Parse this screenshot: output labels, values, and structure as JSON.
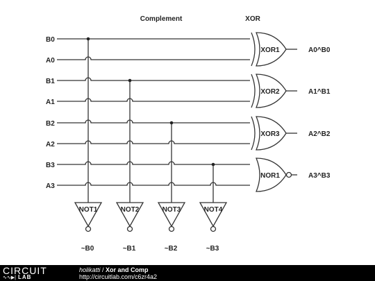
{
  "headers": {
    "complement": "Complement",
    "xor": "XOR"
  },
  "inputs": [
    "B0",
    "A0",
    "B1",
    "A1",
    "B2",
    "A2",
    "B3",
    "A3"
  ],
  "gates": [
    {
      "label": "XOR1",
      "type": "xor",
      "output": "A0^B0"
    },
    {
      "label": "XOR2",
      "type": "xor",
      "output": "A1^B1"
    },
    {
      "label": "XOR3",
      "type": "xor",
      "output": "A2^B2"
    },
    {
      "label": "NOR1",
      "type": "nor",
      "output": "A3^B3"
    }
  ],
  "inverters": [
    {
      "label": "NOT1",
      "output": "~B0"
    },
    {
      "label": "NOT2",
      "output": "~B1"
    },
    {
      "label": "NOT3",
      "output": "~B2"
    },
    {
      "label": "NOT4",
      "output": "~B3"
    }
  ],
  "footer": {
    "logo_top": "CIRCUIT",
    "logo_bottom": "LAB",
    "author": "holikatti",
    "separator": " / ",
    "title": "Xor and Comp",
    "url": "http://circuitlab.com/c6zr4a2"
  }
}
